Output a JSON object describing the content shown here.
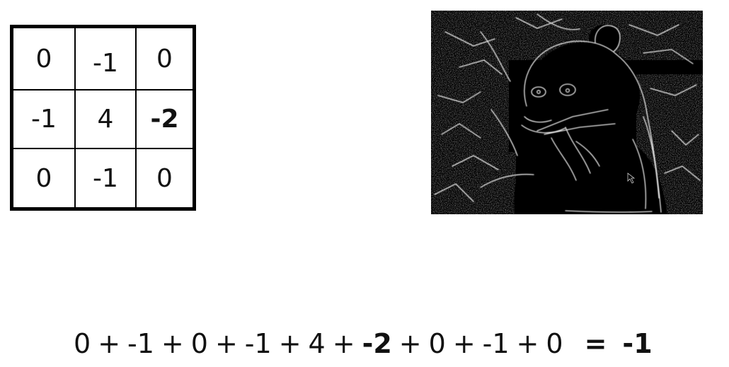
{
  "kernel": {
    "rows": [
      [
        "0",
        "-1",
        "0"
      ],
      [
        "-1",
        "4",
        "-2"
      ],
      [
        "0",
        "-1",
        "0"
      ]
    ],
    "highlighted_cell": "-2"
  },
  "image": {
    "description_icon": "panda-edge-detection-image"
  },
  "equation": {
    "terms": [
      "0",
      "-1",
      "0",
      "-1",
      "4",
      "-2",
      "0",
      "-1",
      "0"
    ],
    "operator": "+",
    "equals": "=",
    "result": "-1"
  },
  "colors": {
    "background": "#ffffff",
    "text": "#111111",
    "grid_lines": "#000000",
    "image_background": "#000000",
    "edges": "#e8e8e8"
  }
}
